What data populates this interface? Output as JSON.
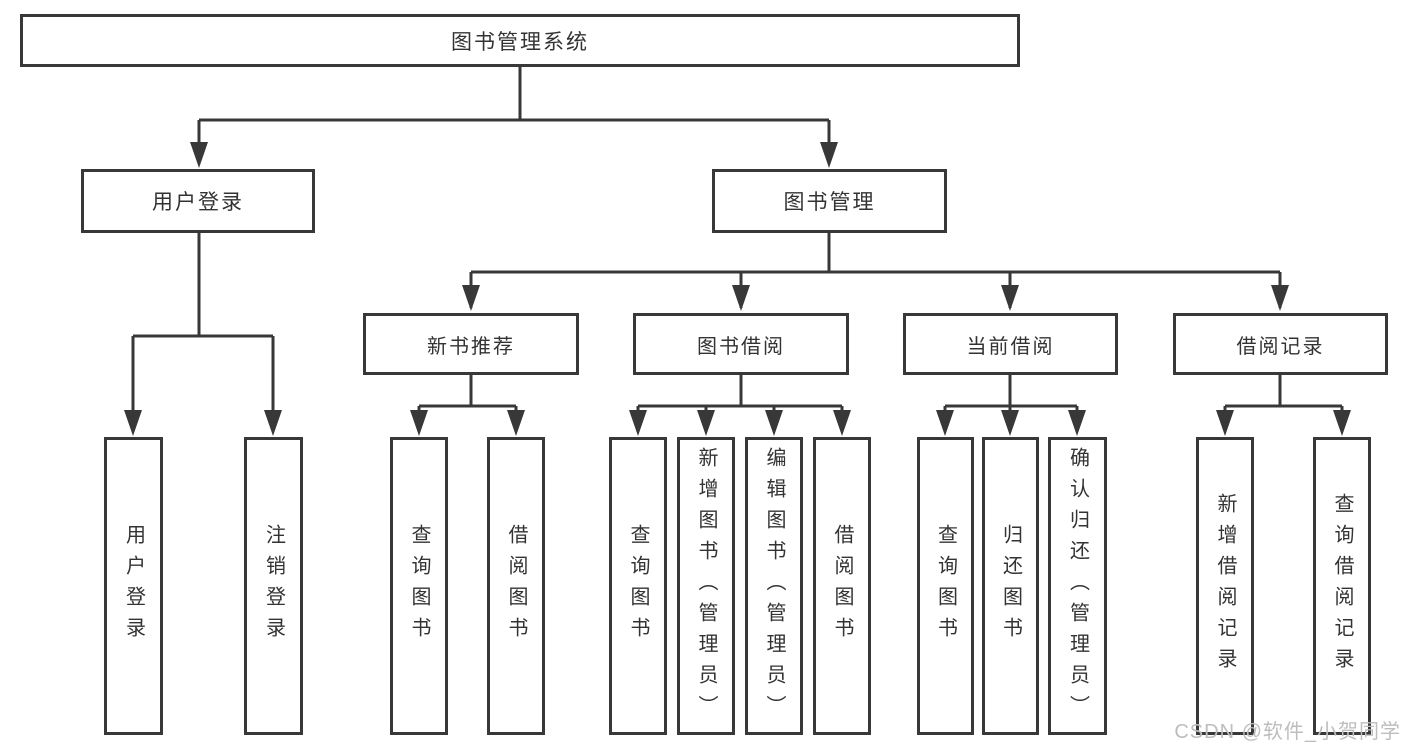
{
  "tree": {
    "label": "图书管理系统",
    "children": [
      {
        "label": "用户登录",
        "children": [
          {
            "label": "用户登录"
          },
          {
            "label": "注销登录"
          }
        ]
      },
      {
        "label": "图书管理",
        "children": [
          {
            "label": "新书推荐",
            "children": [
              {
                "label": "查询图书"
              },
              {
                "label": "借阅图书"
              }
            ]
          },
          {
            "label": "图书借阅",
            "children": [
              {
                "label": "查询图书"
              },
              {
                "label": "新增图书（管理员）"
              },
              {
                "label": "编辑图书（管理员）"
              },
              {
                "label": "借阅图书"
              }
            ]
          },
          {
            "label": "当前借阅",
            "children": [
              {
                "label": "查询图书"
              },
              {
                "label": "归还图书"
              },
              {
                "label": "确认归还（管理员）"
              }
            ]
          },
          {
            "label": "借阅记录",
            "children": [
              {
                "label": "新增借阅记录"
              },
              {
                "label": "查询借阅记录"
              }
            ]
          }
        ]
      }
    ]
  },
  "watermark": {
    "text": "CSDN @软件_小贺同学"
  },
  "colors": {
    "line": "#383838",
    "text": "#333333",
    "watermark": "#bdbdbd",
    "background": "#ffffff"
  }
}
